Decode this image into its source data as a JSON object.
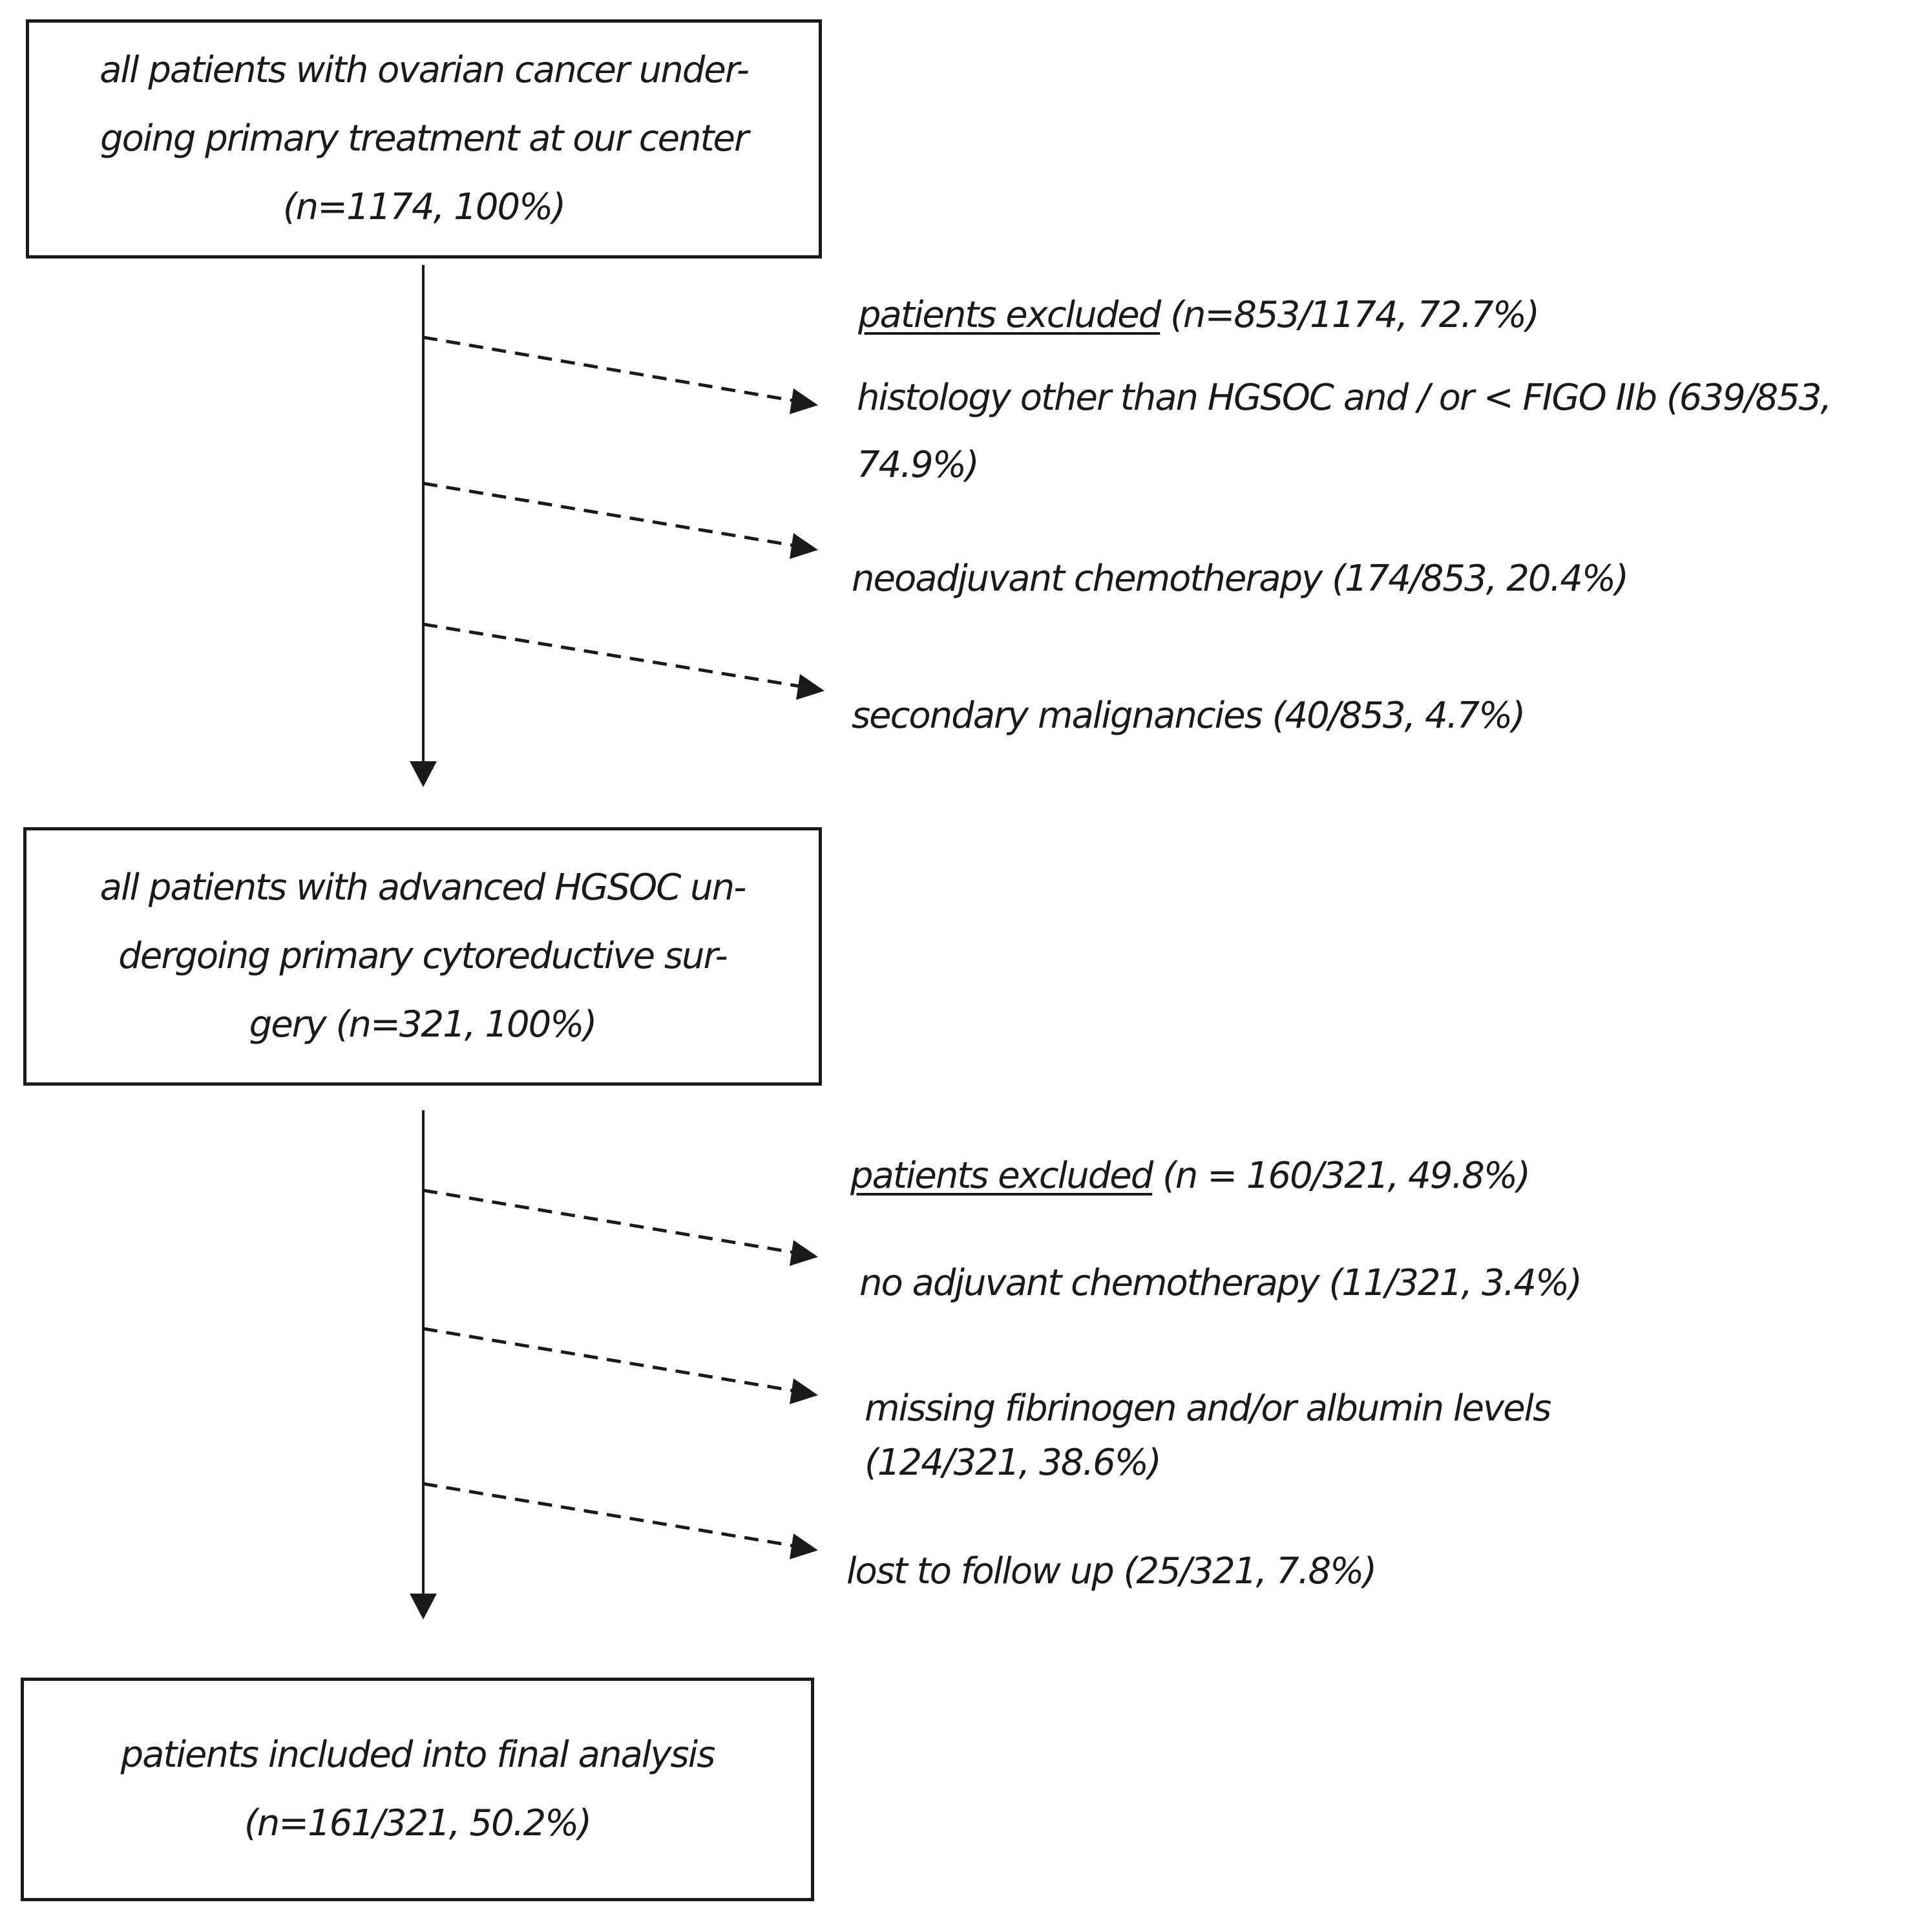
{
  "box1": {
    "line1": "all patients with ovarian cancer under-",
    "line2": "going primary treatment at our center",
    "line3": "(n=1174, 100%)"
  },
  "exclusion1": {
    "heading": "patients excluded",
    "heading_count": "(n=853/1174, 72.7%)",
    "items": [
      "histology other than HGSOC and / or < FIGO IIb (639/853,",
      "74.9%)",
      "neoadjuvant chemotherapy (174/853, 20.4%)",
      "secondary malignancies (40/853, 4.7%)"
    ]
  },
  "box2": {
    "line1": "all patients with advanced HGSOC un-",
    "line2": "dergoing primary cytoreductive sur-",
    "line3": "gery (n=321, 100%)"
  },
  "exclusion2": {
    "heading": "patients excluded",
    "heading_count": "(n = 160/321, 49.8%)",
    "items": [
      "no adjuvant chemotherapy (11/321, 3.4%)",
      "missing fibrinogen and/or albumin levels",
      "(124/321, 38.6%)",
      "lost to follow up (25/321, 7.8%)"
    ]
  },
  "box3": {
    "line1": "patients included into final analysis",
    "line2": "(n=161/321, 50.2%)"
  }
}
